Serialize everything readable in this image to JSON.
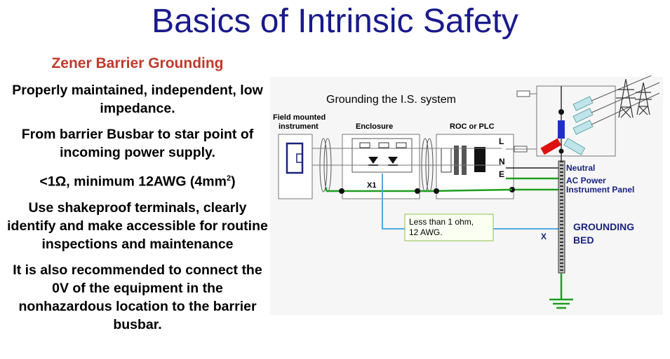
{
  "title": "Basics of Intrinsic Safety",
  "left_panel": {
    "heading": "Zener Barrier Grounding",
    "p1": "Properly maintained, independent, low impedance.",
    "p2": "From barrier Busbar to star point of incoming power supply.",
    "p3_prefix": "<1Ω, minimum 12AWG (4mm",
    "p3_sup": "2",
    "p3_suffix": ")",
    "p4": "Use shakeproof terminals, clearly identify and make accessible for routine inspections and maintenance",
    "p5": "It is also recommended to connect the 0V of the equipment in the nonhazardous location to the barrier busbar."
  },
  "diagram": {
    "heading": "Grounding the I.S. system",
    "field_label_1": "Field mounted",
    "field_label_2": "instrument",
    "enclosure_label": "Enclosure",
    "roc_label": "ROC or PLC",
    "terminal_l": "L",
    "terminal_n": "N",
    "terminal_e": "E",
    "x1_label": "X1",
    "note_line_1": "Less than 1 ohm,",
    "note_line_2": "12 AWG.",
    "x_label": "X",
    "neutral_label": "Neutral",
    "ac_power_label": "AC Power",
    "instrument_panel_label": "Instrument Panel",
    "grounding_label_1": "GROUNDING",
    "grounding_label_2": "BED",
    "colors": {
      "ground_wire": "#1e9e1e",
      "bond_wire": "#4ea8e8",
      "label_blue": "#1a237e",
      "heading_blue": "#2b3a8c"
    }
  }
}
